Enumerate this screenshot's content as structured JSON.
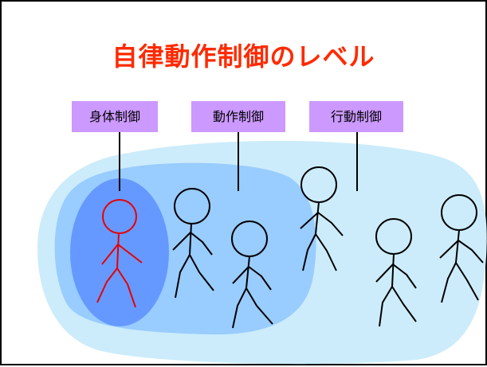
{
  "title": "自律動作制御のレベル",
  "labels": {
    "body_control": "身体制御",
    "action_control": "動作制御",
    "behavior_control": "行動制御"
  },
  "colors": {
    "title": "#ff2a00",
    "label_bg": "#cc99ff",
    "region_outer": "#ccecfb",
    "region_middle": "#99ccff",
    "region_inner": "#6699ff",
    "highlight_figure": "#e60000",
    "figure": "#000000"
  },
  "icons": [
    "stick-figure-icon"
  ]
}
